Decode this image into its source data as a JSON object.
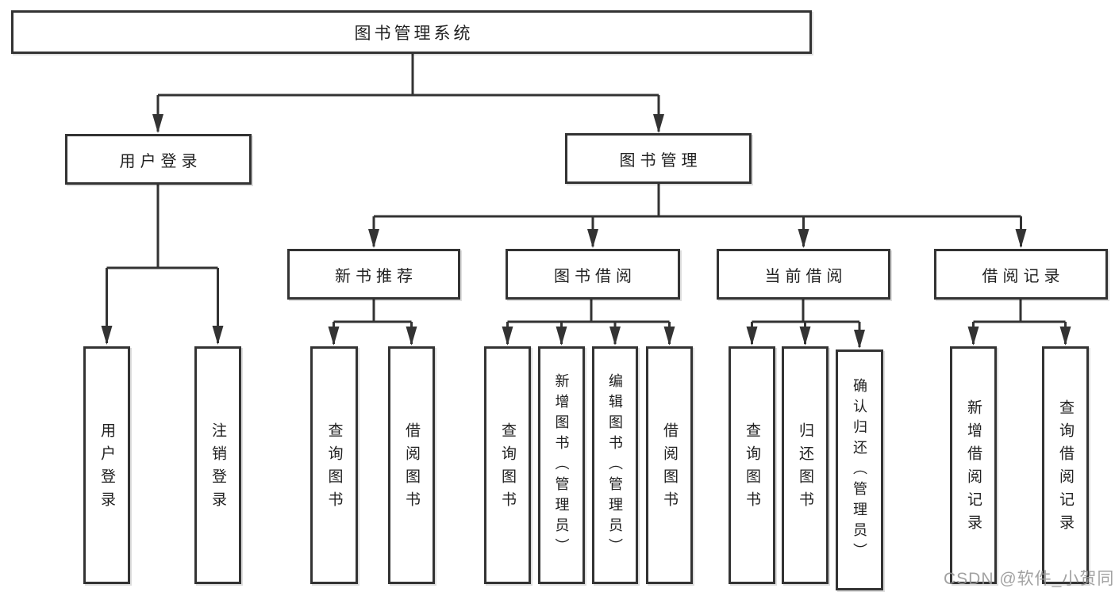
{
  "tree": {
    "root": "图书管理系统",
    "user_branch": {
      "label": "用户登录",
      "children": [
        "用户登录",
        "注销登录"
      ]
    },
    "book_branch": {
      "label": "图书管理",
      "sections": [
        {
          "label": "新书推荐",
          "children": [
            "查询图书",
            "借阅图书"
          ]
        },
        {
          "label": "图书借阅",
          "children": [
            "查询图书",
            "新增图书（管理员）",
            "编辑图书（管理员）",
            "借阅图书"
          ]
        },
        {
          "label": "当前借阅",
          "children": [
            "查询图书",
            "归还图书",
            "确认归还（管理员）"
          ]
        },
        {
          "label": "借阅记录",
          "children": [
            "新增借阅记录",
            "查询借阅记录"
          ]
        }
      ]
    }
  },
  "watermark": "CSDN @软件_小贺同学",
  "colors": {
    "line": "#333333",
    "node_border": "#333333",
    "node_fill": "#ffffff",
    "text": "#212121",
    "watermark": "#989898",
    "background": "#ffffff"
  }
}
